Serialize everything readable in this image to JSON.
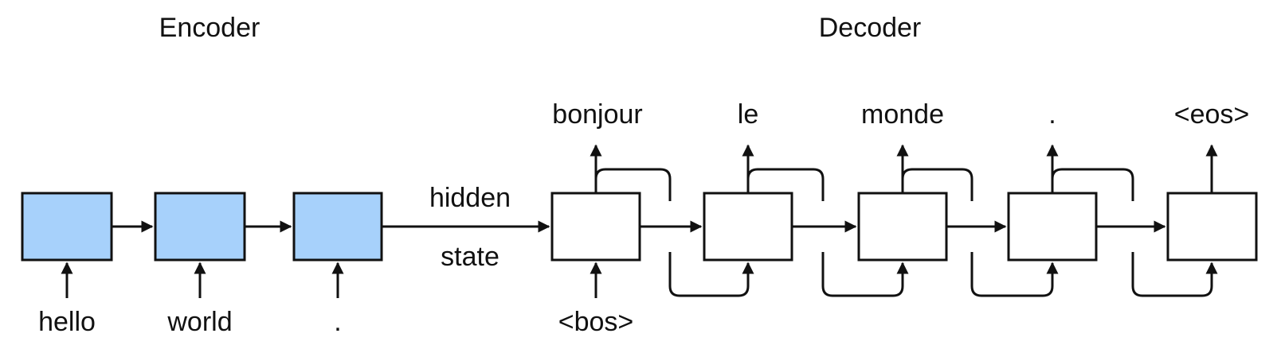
{
  "titles": {
    "encoder": "Encoder",
    "decoder": "Decoder"
  },
  "encoder_inputs": [
    "hello",
    "world",
    "."
  ],
  "decoder_start": "<bos>",
  "decoder_outputs": [
    "bonjour",
    "le",
    "monde",
    ".",
    "<eos>"
  ],
  "context": {
    "line1": "hidden",
    "line2": "state"
  },
  "colors": {
    "encoder_cell": "#a7d1fb",
    "decoder_cell": "#ffffff",
    "stroke": "#111111"
  }
}
